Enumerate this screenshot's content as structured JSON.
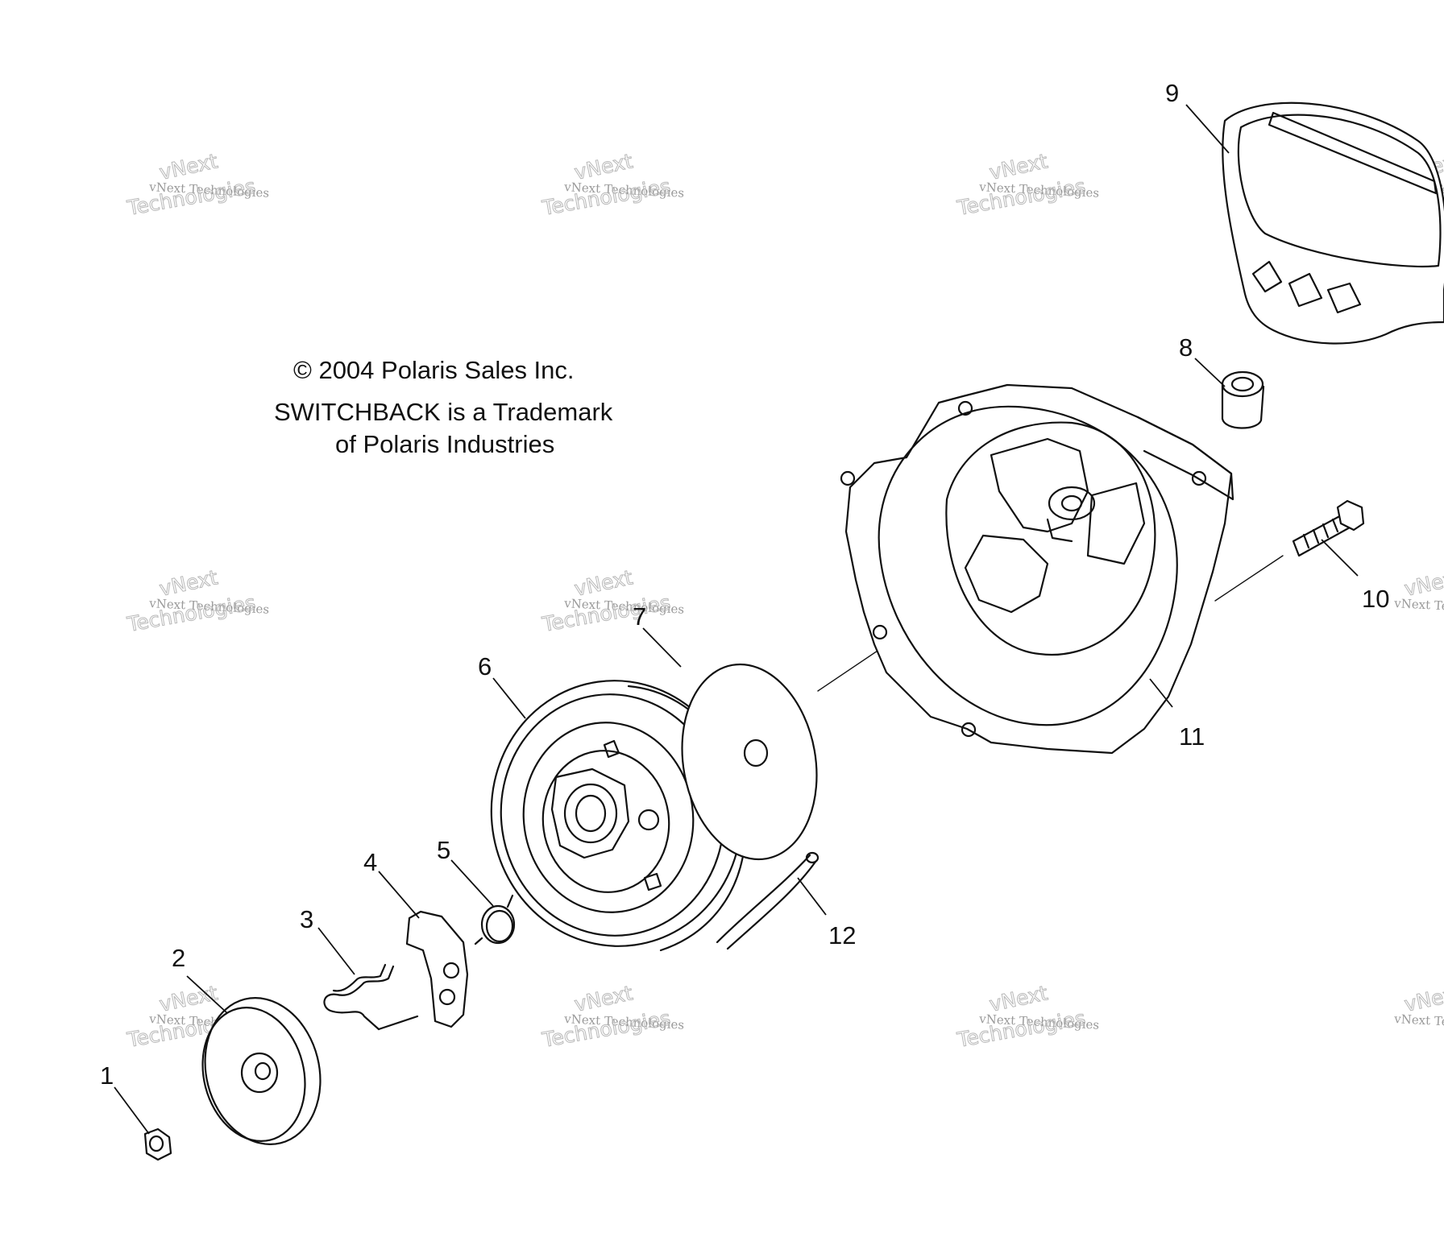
{
  "copyright": {
    "line1": "© 2004 Polaris Sales Inc.",
    "line2": "SWITCHBACK is a Trademark",
    "line3": "of Polaris Industries"
  },
  "watermark": {
    "line1": "vNext",
    "line2": "vNext Technologies",
    "line3": "Technologies"
  },
  "callouts": {
    "c1": "1",
    "c2": "2",
    "c3": "3",
    "c4": "4",
    "c5": "5",
    "c6": "6",
    "c7": "7",
    "c8": "8",
    "c9": "9",
    "c10": "10",
    "c11": "11",
    "c12": "12"
  }
}
